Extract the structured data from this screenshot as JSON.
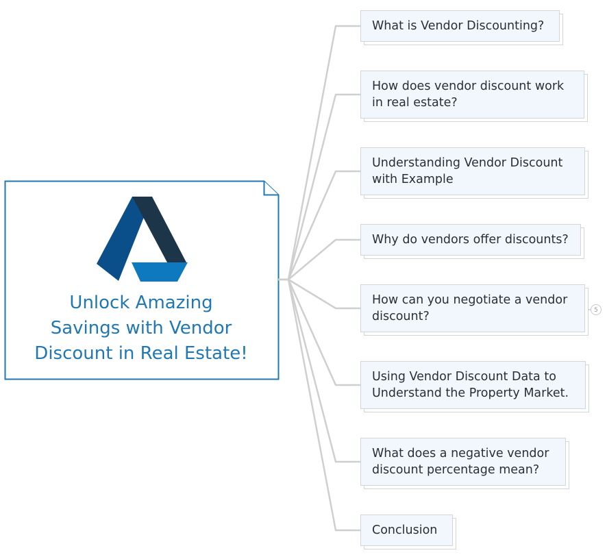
{
  "root": {
    "title_lines": [
      "Unlock Amazing",
      "Savings with Vendor",
      "Discount in Real Estate!"
    ],
    "accent_color": "#1f78b4",
    "logo_colors": [
      "#0b4f8a",
      "#1c3549",
      "#0e79bf"
    ]
  },
  "topics": [
    {
      "lines": [
        "What is Vendor Discounting?"
      ]
    },
    {
      "lines": [
        "How does vendor discount work",
        "in real estate?"
      ]
    },
    {
      "lines": [
        "Understanding Vendor Discount",
        "with Example"
      ]
    },
    {
      "lines": [
        "Why do vendors offer discounts?"
      ]
    },
    {
      "lines": [
        "How can you negotiate a vendor",
        "discount?"
      ],
      "collapsed_count": "5"
    },
    {
      "lines": [
        "Using Vendor Discount Data to",
        "Understand the Property Market."
      ]
    },
    {
      "lines": [
        "What does a negative vendor",
        "discount percentage mean?"
      ]
    },
    {
      "lines": [
        "Conclusion"
      ]
    }
  ],
  "colors": {
    "topic_fill": "#f1f7fd",
    "topic_border": "#d2d6da",
    "connector": "#cfcfcf"
  }
}
